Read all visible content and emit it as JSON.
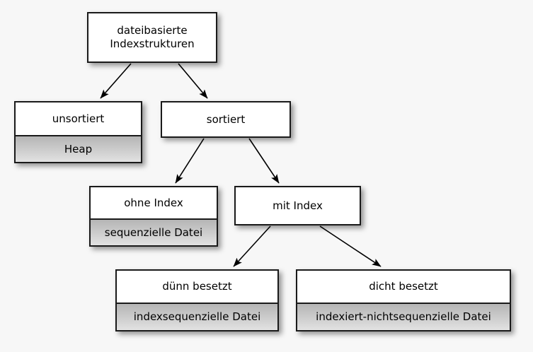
{
  "diagram": {
    "title_text": "dateibasierte Indexstrukturen",
    "background_color": "#f7f7f7",
    "node_fill": "#ffffff",
    "node_border": "#1a1a1a",
    "subnode_fill": "#c9c9c9",
    "arrow_color": "#000000",
    "nodes": [
      {
        "id": "root",
        "title": "dateibasierte\nIndexstrukturen",
        "subtitle": null
      },
      {
        "id": "unsortiert",
        "title": "unsortiert",
        "subtitle": "Heap"
      },
      {
        "id": "sortiert",
        "title": "sortiert",
        "subtitle": null
      },
      {
        "id": "ohne-index",
        "title": "ohne Index",
        "subtitle": "sequenzielle Datei"
      },
      {
        "id": "mit-index",
        "title": "mit Index",
        "subtitle": null
      },
      {
        "id": "duenn-besetzt",
        "title": "dünn besetzt",
        "subtitle": "indexsequenzielle Datei"
      },
      {
        "id": "dicht-besetzt",
        "title": "dicht besetzt",
        "subtitle": "indexiert-nichtsequenzielle Datei"
      }
    ],
    "edges": [
      {
        "from": "root",
        "to": "unsortiert"
      },
      {
        "from": "root",
        "to": "sortiert"
      },
      {
        "from": "sortiert",
        "to": "ohne-index"
      },
      {
        "from": "sortiert",
        "to": "mit-index"
      },
      {
        "from": "mit-index",
        "to": "duenn-besetzt"
      },
      {
        "from": "mit-index",
        "to": "dicht-besetzt"
      }
    ]
  }
}
